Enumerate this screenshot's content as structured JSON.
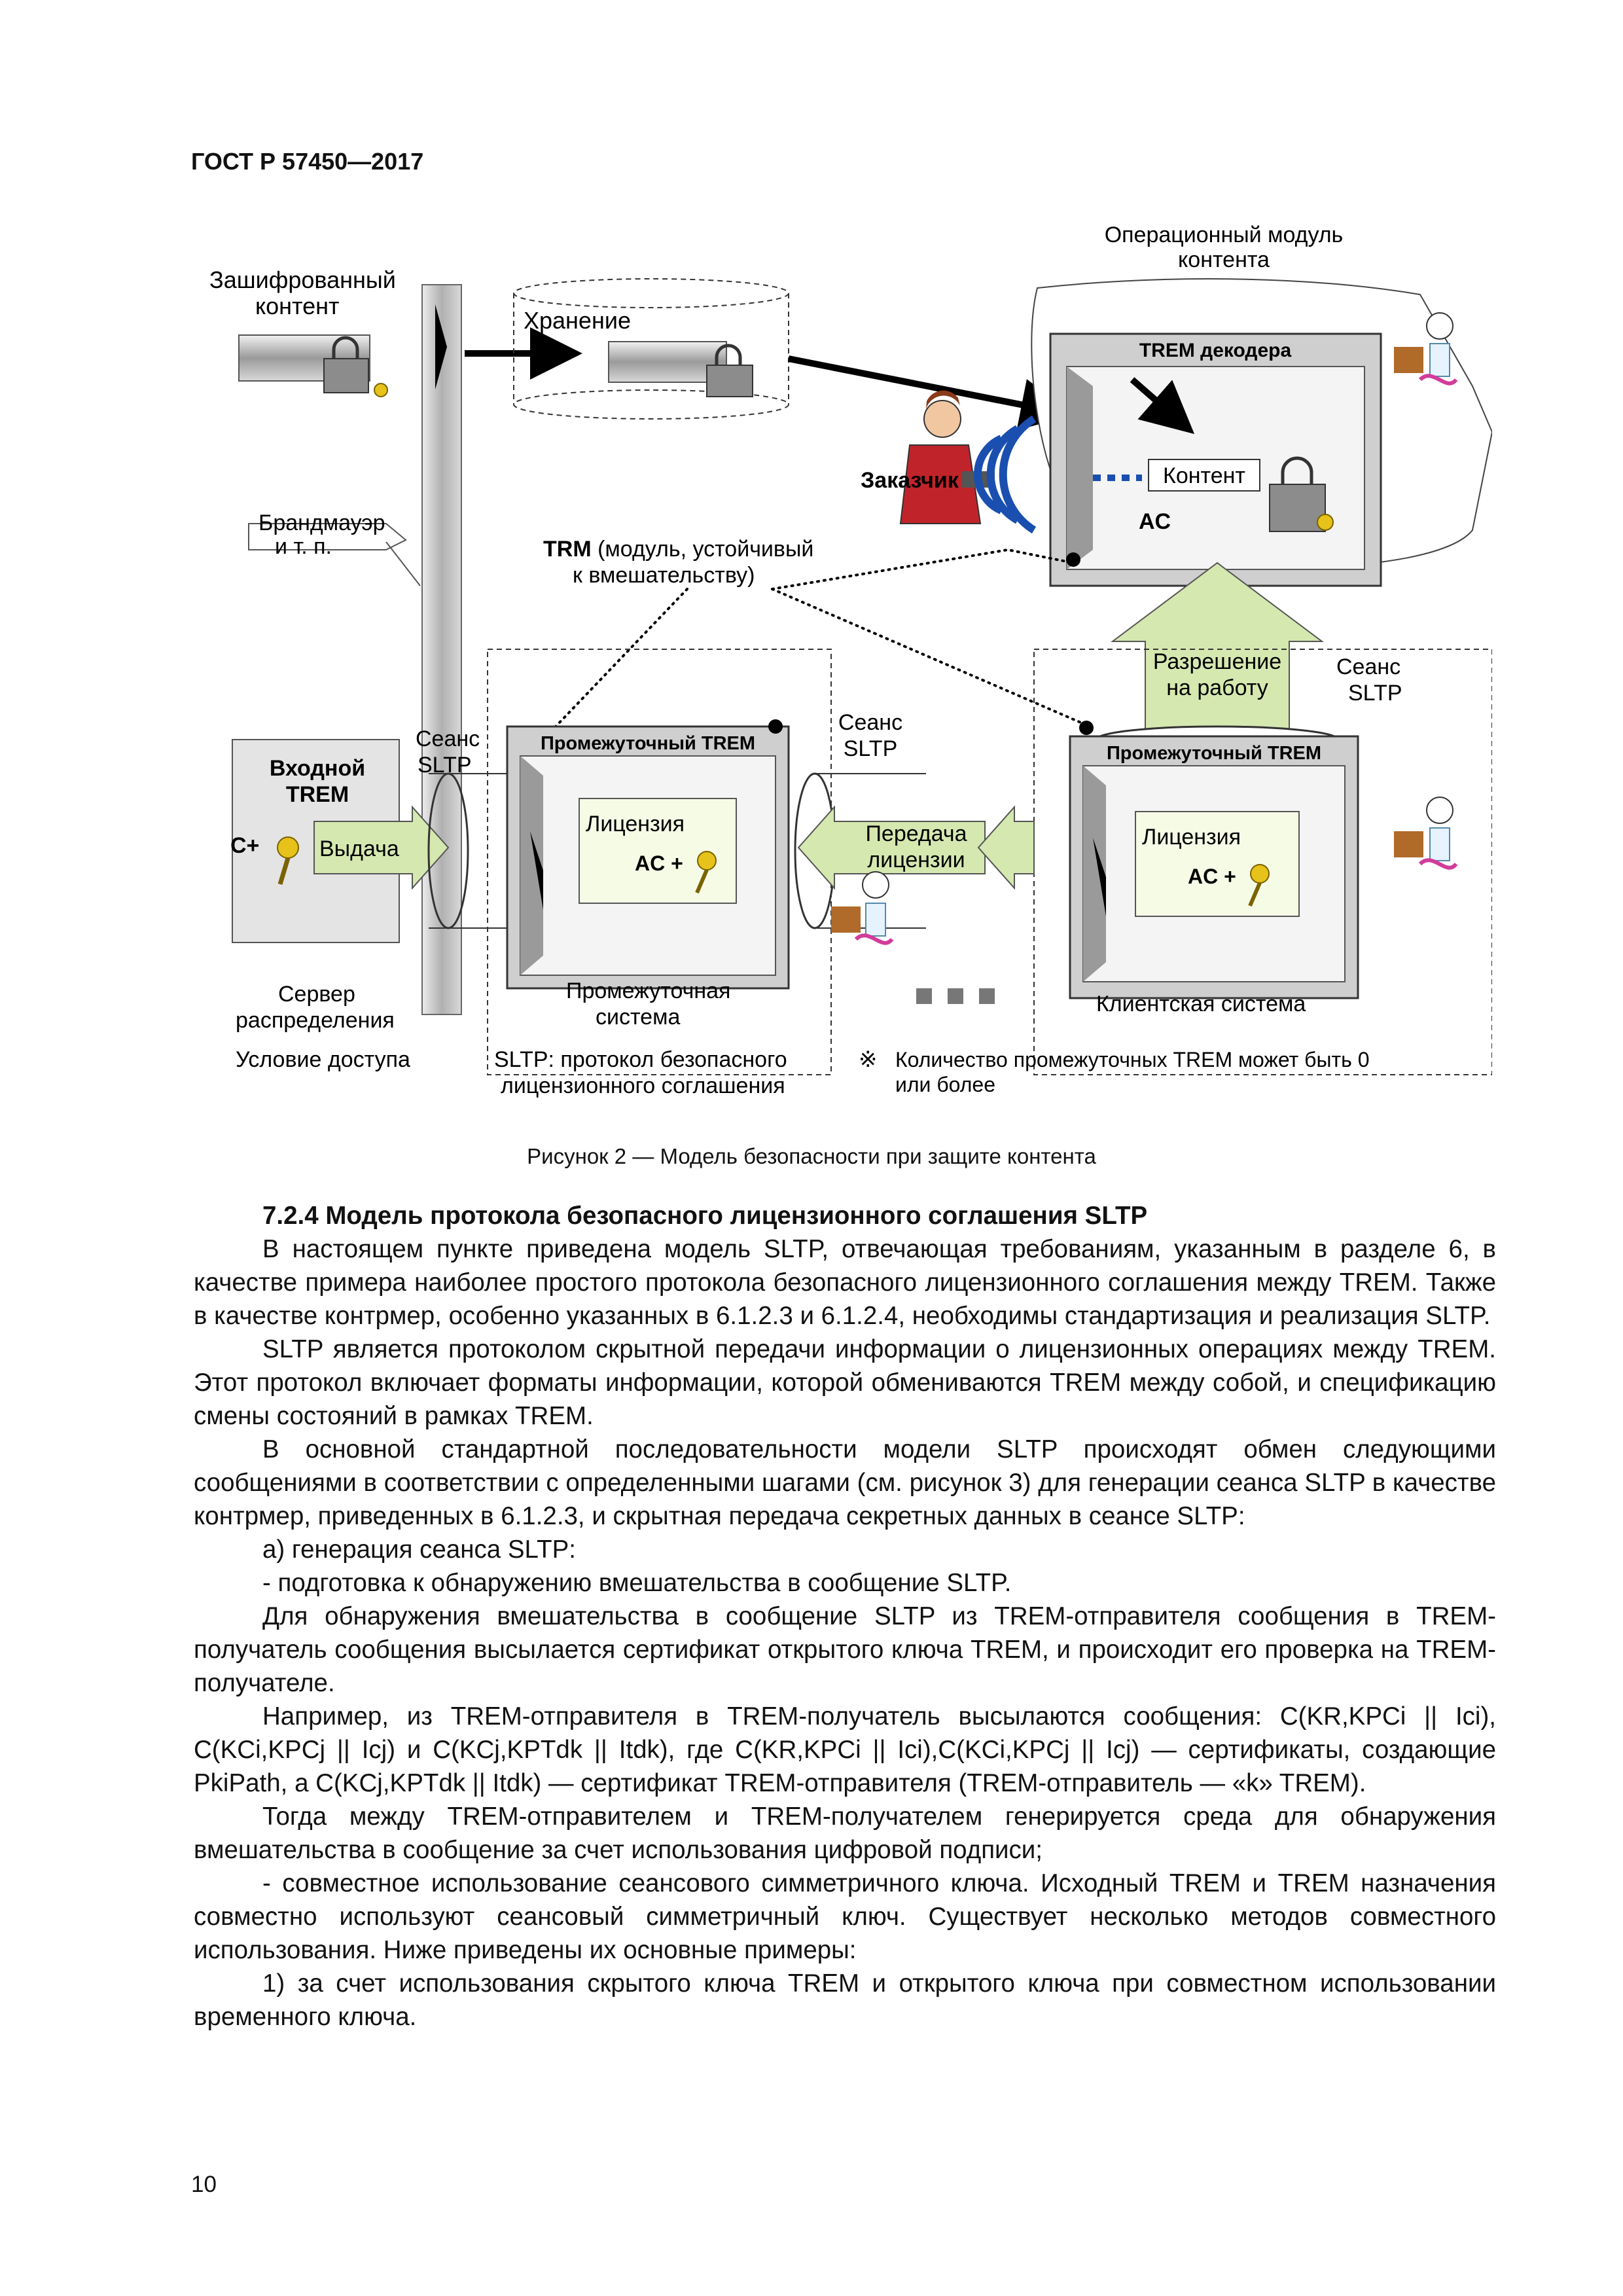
{
  "header": "ГОСТ Р 57450—2017",
  "figure": {
    "encrypted_content": [
      "Зашифрованный",
      "контент"
    ],
    "storage": "Хранение",
    "firewall": [
      "Брандмауэр",
      "и т. п."
    ],
    "op_module": [
      "Операционный модуль",
      "контента"
    ],
    "trem_decoder": "TREM декодера",
    "content": "Контент",
    "ac": "AC",
    "customer": "Заказчик",
    "trm_bold": "TRM",
    "trm_rest": " (модуль, устойчивый",
    "trm_line2": "к вмешательству)",
    "permission": [
      "Разрешение",
      "на работу"
    ],
    "session_right": [
      "Сеанс",
      "SLTP"
    ],
    "session_left": [
      "Сеанс",
      "SLTP"
    ],
    "session_mid": [
      "Сеанс",
      "SLTP"
    ],
    "input_trem": [
      "Входной",
      "TREM"
    ],
    "c_plus": "C+",
    "issue": "Выдача",
    "inter_trem_1": "Промежуточный TREM",
    "inter_trem_2": "Промежуточный TREM",
    "license_1": "Лицензия",
    "license_2": "Лицензия",
    "ac_plus_1": "AC +",
    "ac_plus_2": "AC +",
    "license_transfer": [
      "Передача",
      "лицензии"
    ],
    "distribution_server": [
      "Сервер",
      "распределения"
    ],
    "intermediate_system": [
      "Промежуточная",
      "система"
    ],
    "client_system": "Клиентская система",
    "access_condition": "Условие доступа",
    "sltp_def": [
      "SLTP:  протокол безопасного",
      "лицензионного соглашения"
    ],
    "note_mark": "※",
    "note": [
      "Количество промежуточных TREM может быть 0",
      "или более"
    ]
  },
  "caption": "Рисунок 2 — Модель безопасности при защите контента",
  "body": {
    "heading": "7.2.4 Модель протокола безопасного лицензионного соглашения SLTP",
    "p1": "В настоящем пункте приведена модель SLTP, отвечающая требованиям, указанным в разделе 6, в качестве примера наиболее простого протокола безопасного лицензионного соглашения между TREM. Также в качестве контрмер, особенно указанных в 6.1.2.3 и 6.1.2.4, необходимы стандартизация и реализация SLTP.",
    "p2": "SLTP является протоколом скрытной передачи информации о лицензионных операциях между TREM. Этот протокол включает форматы информации, которой обмениваются TREM между собой, и спецификацию смены состояний в рамках TREM.",
    "p3": "В основной стандартной последовательности модели SLTP происходят обмен следующими сообщениями в соответствии с определенными шагами (см. рисунок 3) для генерации сеанса SLTP в качестве контрмер, приведенных в 6.1.2.3, и скрытная передача секретных данных в сеансе SLTP:",
    "p4": "а) генерация сеанса SLTP:",
    "p5": "-  подготовка к обнаружению вмешательства в сообщение SLTP.",
    "p6": "Для обнаружения вмешательства в сообщение SLTP из TREM-отправителя сообщения в TREM-получатель сообщения высылается сертификат открытого ключа TREM, и происходит его проверка на TREM-получателе.",
    "p7": "Например, из TREM-отправителя в TREM-получатель высылаются сообщения: C(KR,KPCi || Ici), C(KCi,KPCj || Icj) и C(KCj,KPTdk || Itdk), где C(KR,KPCi || Ici),C(KCi,KPCj || Icj) — сертификаты, создающие PkiPath, а C(KCj,KPTdk || Itdk) — сертификат TREM-отправителя (TREM-отправитель — «k» TREM).",
    "p8": "Тогда между TREM-отправителем и TREM-получателем генерируется среда для обнаружения вмешательства в сообщение за счет использования цифровой подписи;",
    "p9": "-  совместное использование сеансового симметричного ключа. Исходный TREM и TREM назначения совместно используют сеансовый симметричный ключ. Существует несколько методов совместного использования. Ниже приведены их основные примеры:",
    "p10": "1) за счет использования скрытого ключа TREM и открытого ключа при совместном использовании временного ключа."
  },
  "page_number": "10"
}
